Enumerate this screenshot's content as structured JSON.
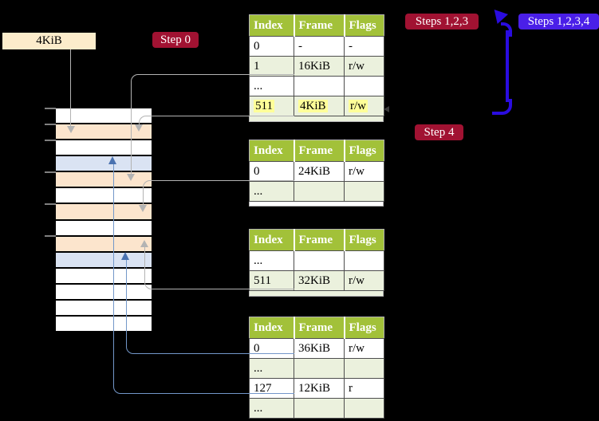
{
  "frame_box": {
    "label": "4KiB"
  },
  "badges": {
    "step0": "Step 0",
    "steps123": "Steps 1,2,3",
    "steps1234": "Steps 1,2,3,4",
    "step4": "Step 4"
  },
  "colors": {
    "frame_box_bg": "#fceccb",
    "badge_red": "#a11232",
    "badge_violet": "#4a1fe8",
    "arrow_blue": "#2a0ce0",
    "header_green": "#a2c139",
    "row_green": "#ebf1dd",
    "highlight_yellow": "#ffff99",
    "mem_white": "#ffffff",
    "mem_orange": "#fce5cd",
    "mem_blue": "#dae3f3",
    "connector_gray": "#b3b3b3",
    "connector_blue": "#7397c9",
    "connector_blue_head": "#4a72b0"
  },
  "memory_column": {
    "rows": [
      "mem_white",
      "mem_orange",
      "mem_white",
      "mem_blue",
      "mem_orange",
      "mem_white",
      "mem_orange",
      "mem_white",
      "mem_orange",
      "mem_blue",
      "mem_white",
      "mem_white",
      "mem_white",
      "mem_white"
    ]
  },
  "tables": [
    {
      "name": "level-1-table",
      "headers": [
        "Index",
        "Frame",
        "Flags"
      ],
      "rows": [
        {
          "cells": [
            "0",
            "-",
            "-"
          ],
          "bg": "white",
          "highlight": false
        },
        {
          "cells": [
            "1",
            "16KiB",
            "r/w"
          ],
          "bg": "green",
          "highlight": false
        },
        {
          "cells": [
            "...",
            "",
            ""
          ],
          "bg": "white",
          "highlight": false
        },
        {
          "cells": [
            "511",
            "4KiB",
            "r/w"
          ],
          "bg": "green",
          "highlight": true
        }
      ]
    },
    {
      "name": "level-2-table",
      "headers": [
        "Index",
        "Frame",
        "Flags"
      ],
      "rows": [
        {
          "cells": [
            "0",
            "24KiB",
            "r/w"
          ],
          "bg": "white",
          "highlight": false
        },
        {
          "cells": [
            "...",
            "",
            ""
          ],
          "bg": "green",
          "highlight": false
        }
      ]
    },
    {
      "name": "level-3-table",
      "headers": [
        "Index",
        "Frame",
        "Flags"
      ],
      "rows": [
        {
          "cells": [
            "...",
            "",
            ""
          ],
          "bg": "white",
          "highlight": false
        },
        {
          "cells": [
            "511",
            "32KiB",
            "r/w"
          ],
          "bg": "green",
          "highlight": false
        }
      ]
    },
    {
      "name": "level-4-table",
      "headers": [
        "Index",
        "Frame",
        "Flags"
      ],
      "rows": [
        {
          "cells": [
            "0",
            "36KiB",
            "r/w"
          ],
          "bg": "white",
          "highlight": false
        },
        {
          "cells": [
            "...",
            "",
            ""
          ],
          "bg": "green",
          "highlight": false
        },
        {
          "cells": [
            "127",
            "12KiB",
            "r"
          ],
          "bg": "white",
          "highlight": false
        },
        {
          "cells": [
            "...",
            "",
            ""
          ],
          "bg": "green",
          "highlight": false
        }
      ]
    }
  ]
}
